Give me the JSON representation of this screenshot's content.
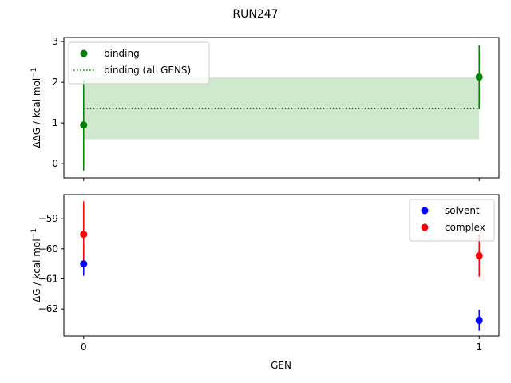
{
  "figure": {
    "title": "RUN247",
    "xlabel": "GEN"
  },
  "chart_data": [
    {
      "type": "scatter",
      "panel": "top",
      "ylabel_main": "ΔΔG / kcal mol",
      "ylabel_sup": "−1",
      "xlim": [
        -0.05,
        1.05
      ],
      "ylim": [
        -0.35,
        3.1
      ],
      "xticks": [
        0,
        1
      ],
      "yticks": [
        0,
        1,
        2,
        3
      ],
      "ytick_labels": [
        "0",
        "1",
        "2",
        "3"
      ],
      "grid": false,
      "legend_position": "upper-left",
      "series": [
        {
          "name": "binding",
          "color": "#008000",
          "marker": "circle",
          "x": [
            0,
            1
          ],
          "y": [
            0.95,
            2.13
          ],
          "yerr": [
            1.12,
            0.78
          ]
        }
      ],
      "reference": {
        "name": "binding (all GENS)",
        "color": "#008000",
        "style": "dotted",
        "x": [
          0,
          1
        ],
        "value": 1.36,
        "band": [
          0.6,
          2.12
        ],
        "band_color": "#9fd39f"
      }
    },
    {
      "type": "scatter",
      "panel": "bottom",
      "ylabel_main": "ΔG / kcal mol",
      "ylabel_sup": "−1",
      "xlim": [
        -0.05,
        1.05
      ],
      "ylim": [
        -62.9,
        -58.2
      ],
      "xticks": [
        0,
        1
      ],
      "xtick_labels": [
        "0",
        "1"
      ],
      "yticks": [
        -62,
        -61,
        -60,
        -59
      ],
      "ytick_labels": [
        "−62",
        "−61",
        "−60",
        "−59"
      ],
      "grid": false,
      "legend_position": "upper-right",
      "series": [
        {
          "name": "solvent",
          "color": "#0000ff",
          "marker": "circle",
          "x": [
            0,
            1
          ],
          "y": [
            -60.5,
            -62.38
          ],
          "yerr": [
            0.4,
            0.35
          ]
        },
        {
          "name": "complex",
          "color": "#ff0000",
          "marker": "circle",
          "x": [
            0,
            1
          ],
          "y": [
            -59.52,
            -60.23
          ],
          "yerr": [
            1.1,
            0.7
          ]
        }
      ]
    }
  ]
}
